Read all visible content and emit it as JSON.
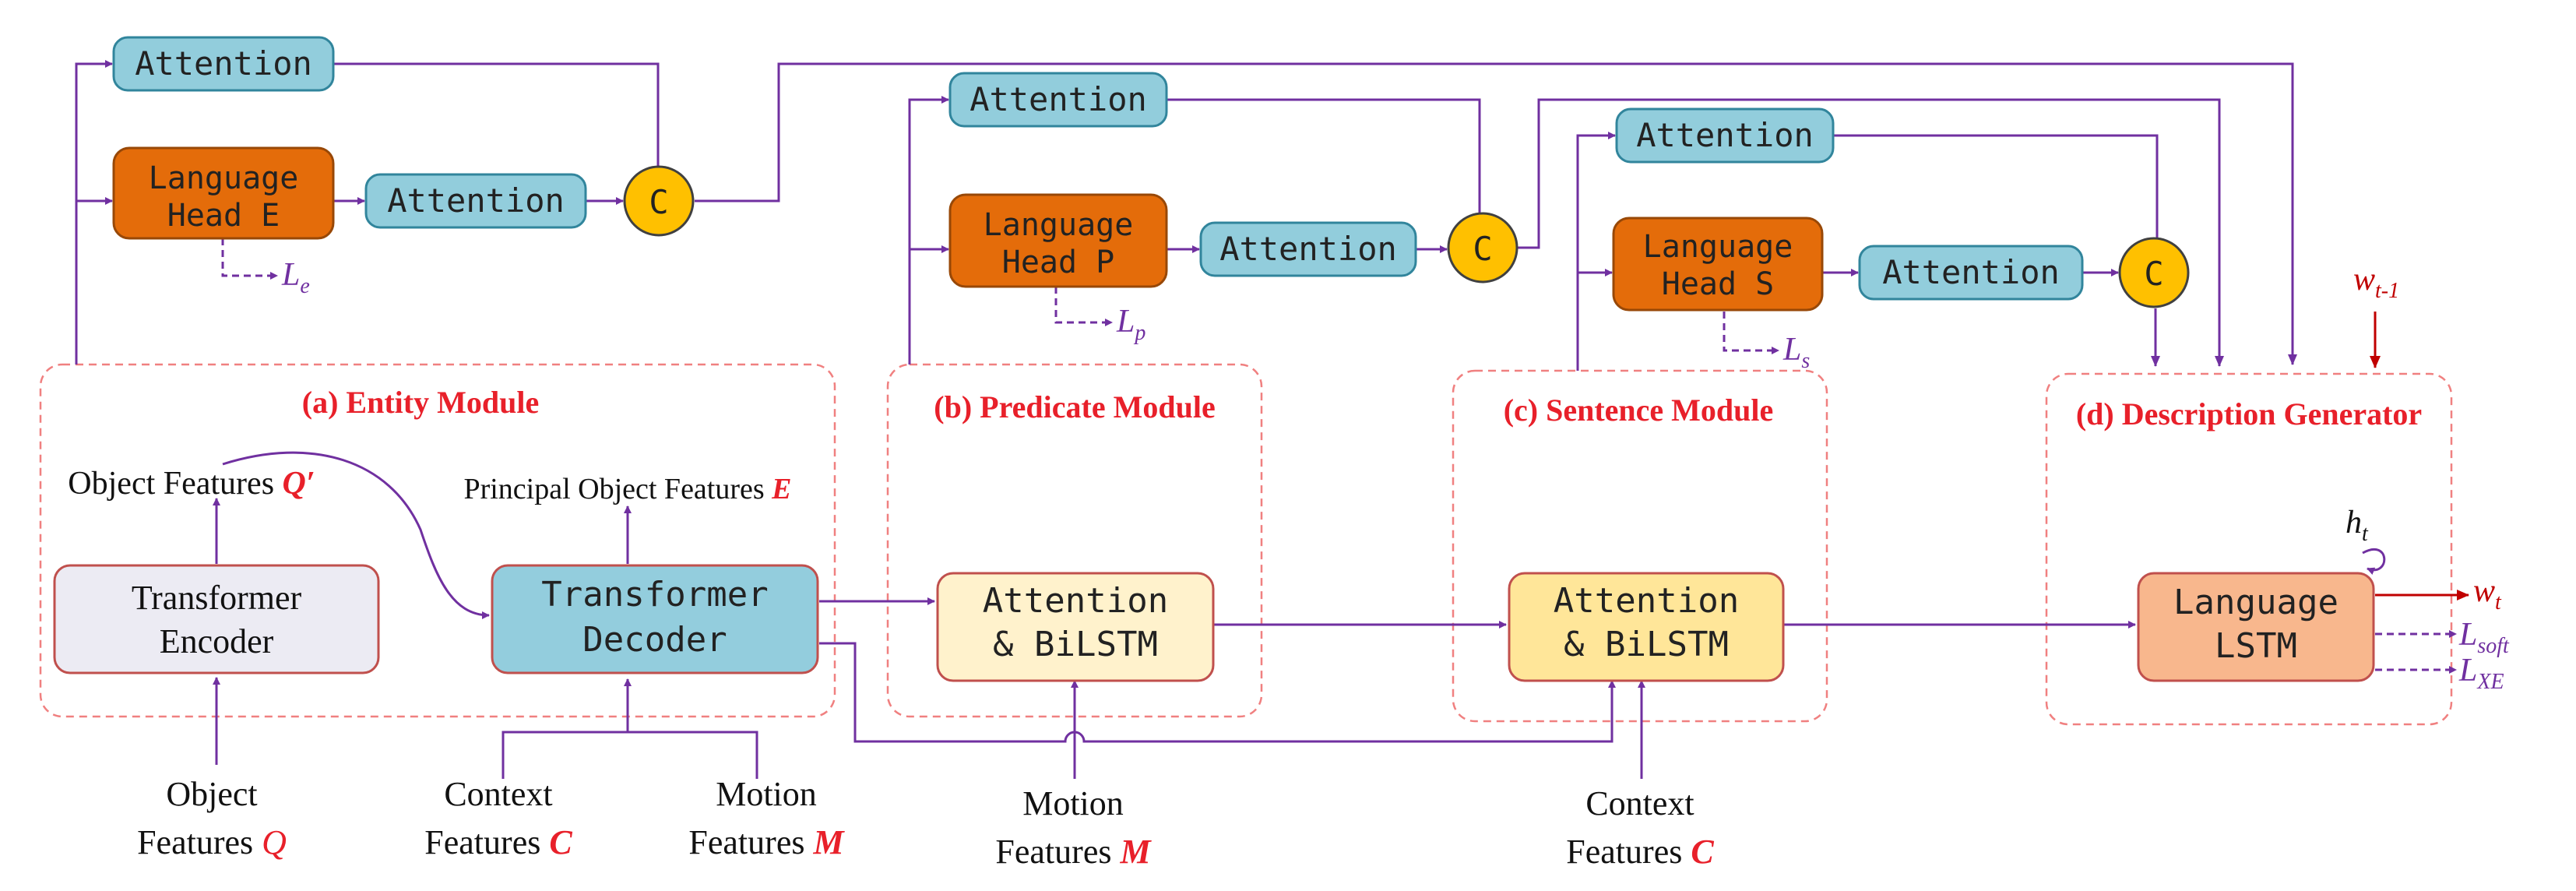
{
  "modules": {
    "entity": "(a) Entity Module",
    "predicate": "(b) Predicate Module",
    "sentence": "(c) Sentence Module",
    "generator": "(d) Description Generator"
  },
  "boxes": {
    "attn_e_top": "Attention",
    "lang_head_e": [
      "Language",
      "Head E"
    ],
    "attn_e_mid": "Attention",
    "concat_e": "C",
    "attn_p_top": "Attention",
    "lang_head_p": [
      "Language",
      "Head P"
    ],
    "attn_p_mid": "Attention",
    "concat_p": "C",
    "attn_s_top": "Attention",
    "lang_head_s": [
      "Language",
      "Head S"
    ],
    "attn_s_mid": "Attention",
    "concat_s": "C",
    "transformer_encoder": [
      "Transformer",
      "Encoder"
    ],
    "transformer_decoder": [
      "Transformer",
      "Decoder"
    ],
    "attn_bilstm_b": [
      "Attention",
      "& BiLSTM"
    ],
    "attn_bilstm_c": [
      "Attention",
      "& BiLSTM"
    ],
    "language_lstm": [
      "Language",
      "LSTM"
    ]
  },
  "labels": {
    "object_features_prime": {
      "text": "Object Features ",
      "symbol": "Q′"
    },
    "principal_object_features": {
      "text": "Principal Object Features ",
      "symbol": "E"
    },
    "input_object": {
      "line1": "Object",
      "line2": "Features ",
      "symbol": "Q"
    },
    "input_context": {
      "line1": "Context",
      "line2": "Features ",
      "symbol": "C"
    },
    "input_motion": {
      "line1": "Motion",
      "line2": "Features ",
      "symbol": "M"
    },
    "input_motion_b": {
      "line1": "Motion",
      "line2": "Features ",
      "symbol": "M"
    },
    "input_context_c": {
      "line1": "Context",
      "line2": "Features ",
      "symbol": "C"
    }
  },
  "losses": {
    "le": {
      "base": "L",
      "sub": "e"
    },
    "lp": {
      "base": "L",
      "sub": "p"
    },
    "ls": {
      "base": "L",
      "sub": "s"
    },
    "lsoft": {
      "base": "L",
      "sub": "soft"
    },
    "lxe": {
      "base": "L",
      "sub": "XE"
    }
  },
  "words": {
    "w_prev": {
      "base": "w",
      "sub": "t-1"
    },
    "w_t": {
      "base": "w",
      "sub": "t"
    },
    "h_t": {
      "base": "h",
      "sub": "t"
    }
  },
  "colors": {
    "arrow": "#7030a0",
    "red": "#c00000",
    "module_border": "#f08080",
    "attention_fill": "#92cddc",
    "attention_stroke": "#31859c",
    "lang_head_fill": "#e46c0a",
    "lang_head_stroke": "#984807",
    "concat_fill": "#ffc000",
    "encoder_fill": "#ecebf3",
    "encoder_stroke": "#c0504d",
    "decoder_fill": "#93cddd",
    "bilstm_b_fill": "#fff2cc",
    "bilstm_c_fill": "#ffe699",
    "lstm_fill": "#f8b78d"
  }
}
